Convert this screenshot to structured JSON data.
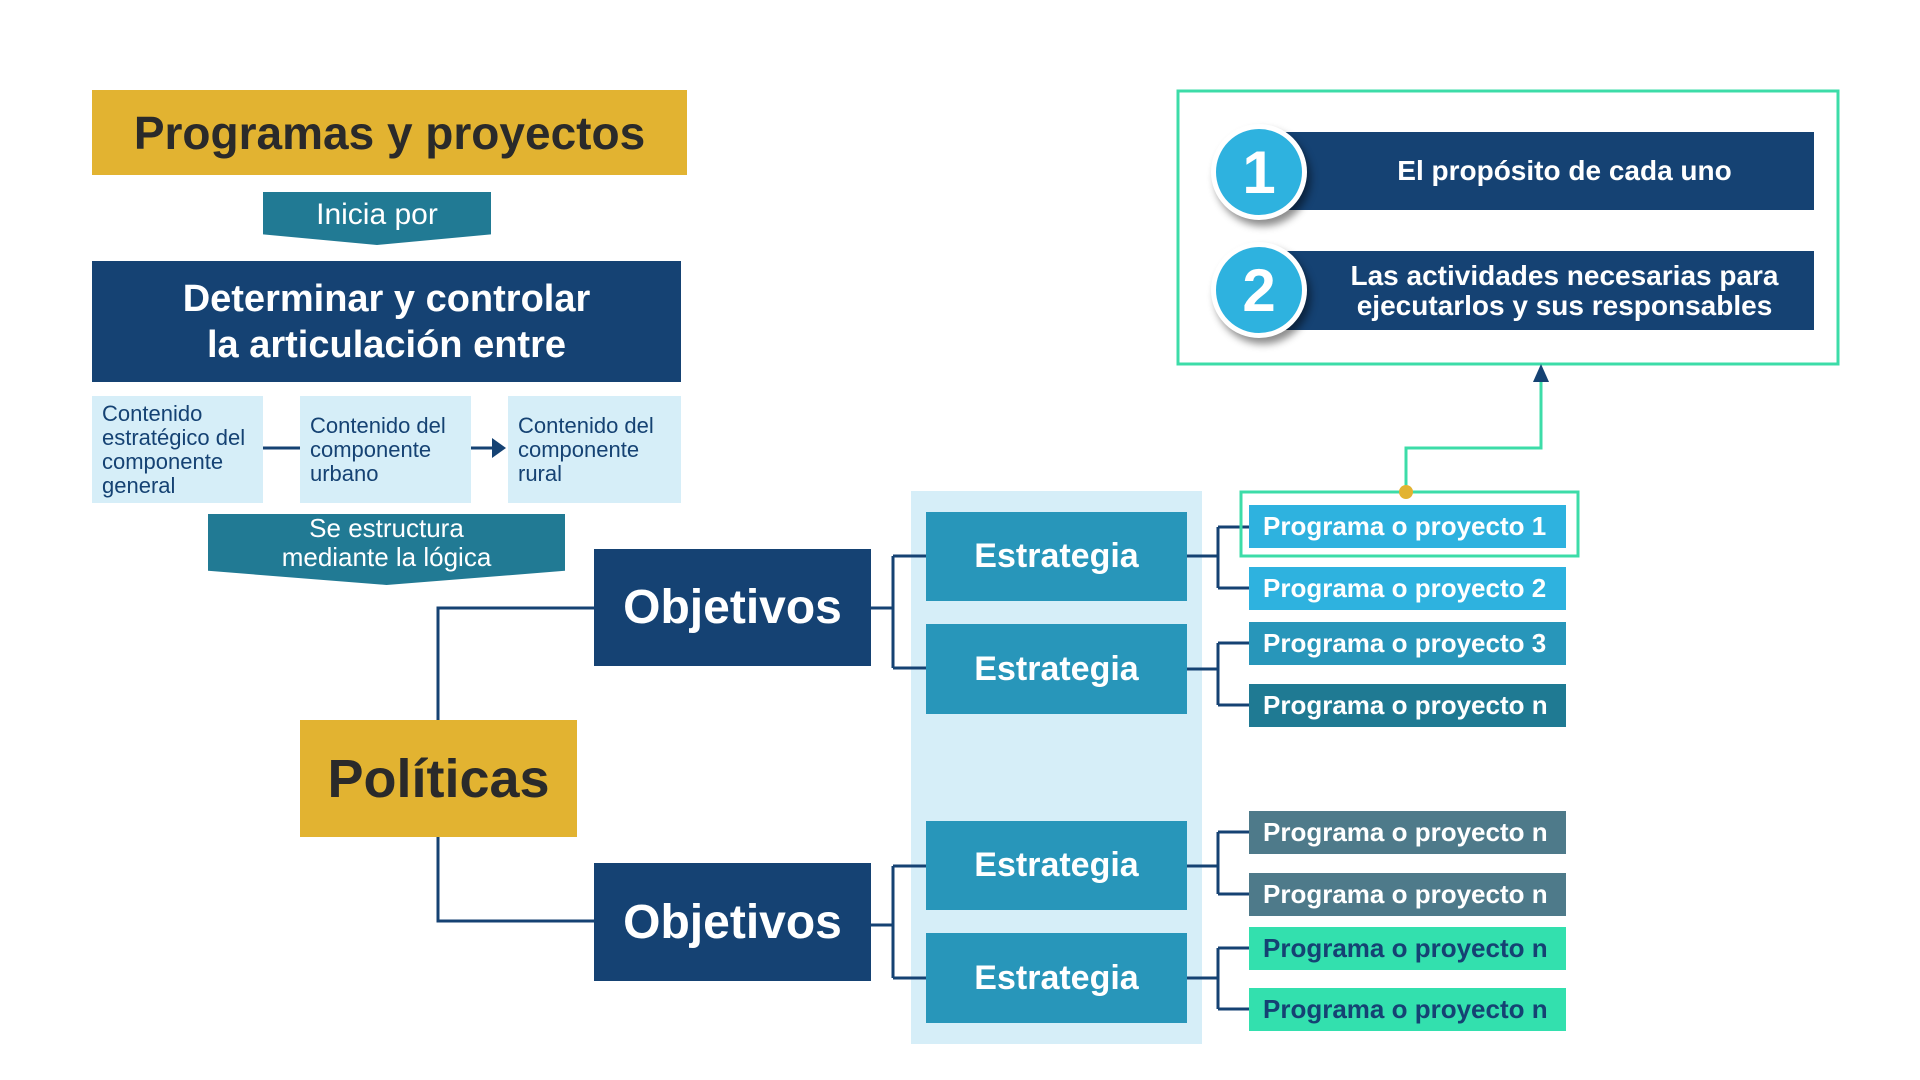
{
  "title": "Programas y proyectos",
  "starts_with": "Inicia por",
  "determine": "Determinar y controlar la articulación entre",
  "contents": [
    "Contenido estratégico del componente general",
    "Contenido del componente urbano",
    "Contenido del componente rural"
  ],
  "structured": "Se estructura mediante la lógica",
  "policies": "Políticas",
  "objectives": [
    "Objetivos",
    "Objetivos"
  ],
  "strategies": [
    "Estrategia",
    "Estrategia",
    "Estrategia",
    "Estrategia"
  ],
  "programs": [
    "Programa o proyecto 1",
    "Programa o proyecto 2",
    "Programa o proyecto 3",
    "Programa o proyecto n",
    "Programa o proyecto n",
    "Programa o proyecto n",
    "Programa o proyecto n",
    "Programa o proyecto n"
  ],
  "details": [
    {
      "num": "1",
      "text": "El propósito de cada uno"
    },
    {
      "num": "2",
      "text": "Las actividades necesarias para ejecutarlos y sus responsables"
    }
  ],
  "colors": {
    "gold": "#E2B331",
    "navy": "#154273",
    "teal": "#217A94",
    "light": "#D6EEF8",
    "strategy": "#2896BA",
    "accent_green": "#33E0AE"
  }
}
